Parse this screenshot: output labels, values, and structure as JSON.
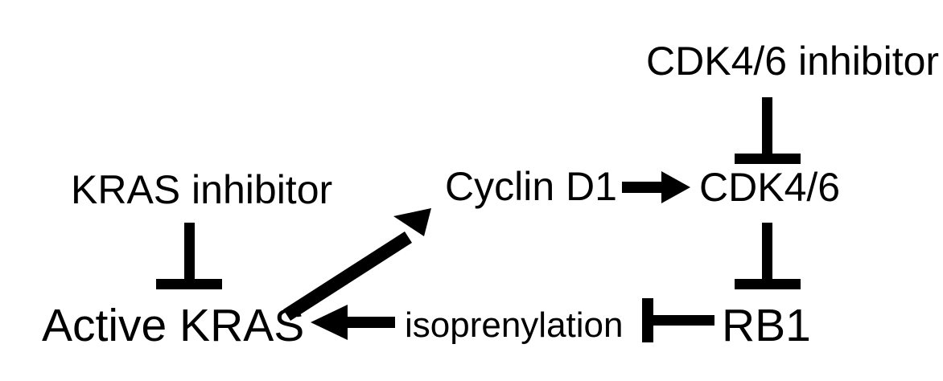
{
  "diagram": {
    "title": "KRAS / Cyclin D1 / CDK4-6 / RB1 signaling pathway",
    "background_color": "#ffffff",
    "ink_color": "#000000",
    "nodes": {
      "kras_inhibitor": {
        "label": "KRAS inhibitor"
      },
      "active_kras": {
        "label": "Active KRAS"
      },
      "cyclin_d1": {
        "label": "Cyclin D1"
      },
      "cdk46_inhibitor": {
        "label": "CDK4/6 inhibitor"
      },
      "cdk46": {
        "label": "CDK4/6"
      },
      "isoprenylation": {
        "label": "isoprenylation"
      },
      "rb1": {
        "label": "RB1"
      }
    },
    "edges": [
      {
        "id": "kras-inhibitor-to-active-kras",
        "type": "inhibition",
        "source": "KRAS inhibitor",
        "target": "Active KRAS",
        "orientation": "vertical-down"
      },
      {
        "id": "active-kras-to-cyclin-d1",
        "type": "activation",
        "source": "Active KRAS",
        "target": "Cyclin D1",
        "orientation": "diagonal-up-right"
      },
      {
        "id": "cyclin-d1-to-cdk46",
        "type": "activation",
        "source": "Cyclin D1",
        "target": "CDK4/6",
        "orientation": "horizontal-right"
      },
      {
        "id": "cdk46-inhibitor-to-cdk46",
        "type": "inhibition",
        "source": "CDK4/6 inhibitor",
        "target": "CDK4/6",
        "orientation": "vertical-down"
      },
      {
        "id": "cdk46-to-rb1",
        "type": "inhibition",
        "source": "CDK4/6",
        "target": "RB1",
        "orientation": "vertical-down"
      },
      {
        "id": "rb1-to-isoprenylation",
        "type": "inhibition",
        "source": "RB1",
        "target": "isoprenylation",
        "orientation": "horizontal-left"
      },
      {
        "id": "isoprenylation-to-active-kras",
        "type": "activation",
        "source": "isoprenylation",
        "target": "Active KRAS",
        "orientation": "horizontal-left"
      }
    ]
  }
}
